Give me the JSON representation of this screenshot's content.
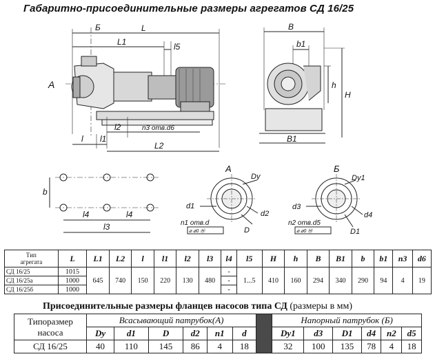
{
  "title": "Габаритно-присоединительные размеры агрегатов СД 16/25",
  "drawing_labels": {
    "L": "L",
    "L1": "L1",
    "L2": "L2",
    "l5": "l5",
    "B_top": "Б",
    "A_left": "A",
    "l": "l",
    "l1": "l1",
    "l2": "l2",
    "n3": "n3 отв.d6",
    "B": "B",
    "b1": "b1",
    "h": "h",
    "H": "H",
    "B1": "B1",
    "b": "b",
    "l4a": "l4",
    "l4b": "l4",
    "l3": "l3",
    "A_view": "A",
    "Dy": "Dy",
    "d1": "d1",
    "d2": "d2",
    "D": "D",
    "n1": "n1 отв.d",
    "tol1": "⌀ ⌀0 Ⓜ",
    "B_view": "Б",
    "Dy1": "Dy1",
    "d3": "d3",
    "d4": "d4",
    "D1": "D1",
    "n2": "n2 отв.d5",
    "tol2": "⌀ ⌀0 Ⓜ"
  },
  "dimensions_table": {
    "header_type": [
      "Тип",
      "агрегата"
    ],
    "columns": [
      "L",
      "L1",
      "L2",
      "l",
      "l1",
      "l2",
      "l3",
      "l4",
      "l5",
      "H",
      "h",
      "B",
      "B1",
      "b",
      "b1",
      "n3",
      "d6"
    ],
    "rows": [
      {
        "type": "СД 16/25",
        "L": "1015"
      },
      {
        "type": "СД 16/25а",
        "L": "1000"
      },
      {
        "type": "СД 16/25б",
        "L": "1000"
      }
    ],
    "shared": {
      "L1": "645",
      "L2": "740",
      "l": "150",
      "l1": "220",
      "l2": "130",
      "l3": "480",
      "l4": "-",
      "l5": "1...5",
      "H": "410",
      "h": "160",
      "B": "294",
      "B1": "340",
      "b": "290",
      "b1": "94",
      "n3": "4",
      "d6": "19"
    },
    "l4_dashes": [
      "-",
      "-"
    ]
  },
  "flange_table": {
    "title_bold": "Присоединительные размеры фланцев насосов типа СД",
    "title_normal": " (размеры в мм)",
    "size_header": "Типоразмер насоса",
    "suction_header": "Всасывающий патрубок(А)",
    "discharge_header": "Напорный патрубок (Б)",
    "suction_cols": [
      "Dy",
      "d1",
      "D",
      "d2",
      "n1",
      "d"
    ],
    "discharge_cols": [
      "Dy1",
      "d3",
      "D1",
      "d4",
      "n2",
      "d5"
    ],
    "row": {
      "name": "СД 16/25",
      "suction": [
        "40",
        "110",
        "145",
        "86",
        "4",
        "18"
      ],
      "discharge": [
        "32",
        "100",
        "135",
        "78",
        "4",
        "18"
      ]
    }
  }
}
